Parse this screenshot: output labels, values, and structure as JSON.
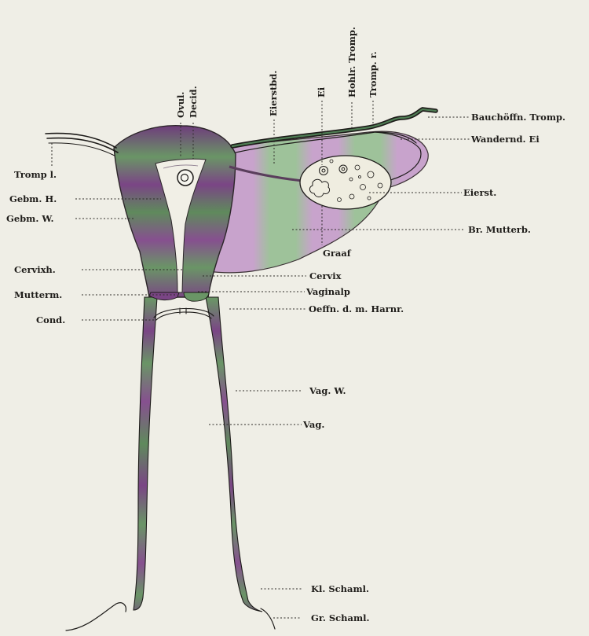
{
  "labels": {
    "ovul": "Ovul.",
    "decid": "Decid.",
    "eierstbd": "Eierstbd.",
    "ei_top": "Ei",
    "hohlr_tromp": "Hohlr. Tromp.",
    "tromp_r": "Tromp. r.",
    "bauchoeffn_tromp": "Bauchöffn. Tromp.",
    "wandernd_ei": "Wandernd. Ei",
    "tromp_l": "Tromp l.",
    "gebm_h": "Gebm. H.",
    "gebm_w": "Gebm. W.",
    "eierst": "Eierst.",
    "br_mutterb": "Br. Mutterb.",
    "graaf": "Graaf",
    "cervixh": "Cervixh.",
    "cervix": "Cervix",
    "mutterm": "Mutterm.",
    "vaginalp": "Vaginalp",
    "cond": "Cond.",
    "oeffn_harnr": "Oeffn. d. m. Harnr.",
    "vag_w": "Vag. W.",
    "vag": "Vag.",
    "kl_schaml": "Kl. Schaml.",
    "gr_schaml": "Gr. Schaml."
  },
  "colors": {
    "paper": "#efeee6",
    "purple": "#7a4585",
    "green": "#6a9566",
    "ink": "#1d1b19"
  }
}
